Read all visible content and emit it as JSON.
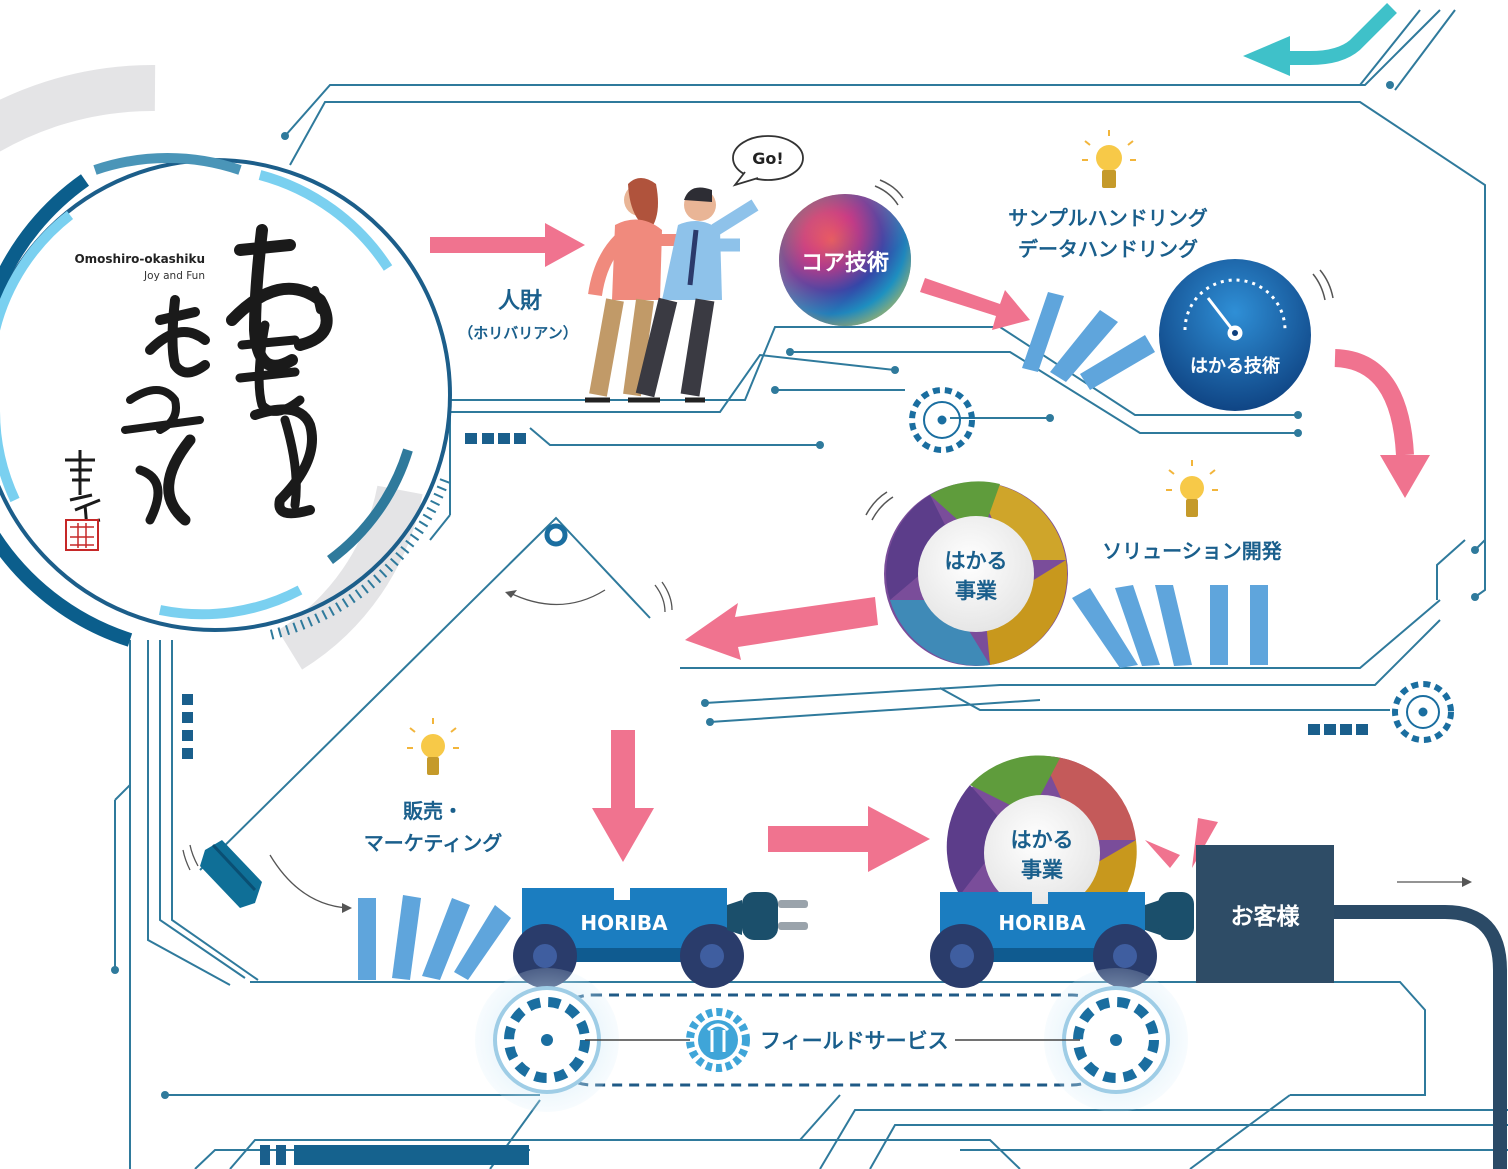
{
  "logo": {
    "brand_title": "Omoshiro-okashiku",
    "brand_subtitle": "Joy and Fun",
    "calligraphy_text": "おもしろおかしく",
    "signature_text": "真峰"
  },
  "people": {
    "speech_bubble": "Go!",
    "label": "人財",
    "sublabel": "（ホリバリアン）"
  },
  "core_tech": {
    "label": "コア技術"
  },
  "handling": {
    "line1": "サンプルハンドリング",
    "line2": "データハンドリング"
  },
  "measure_tech": {
    "label": "はかる技術"
  },
  "solution": {
    "label": "ソリューション開発"
  },
  "business_ball": {
    "line1": "はかる",
    "line2": "事業"
  },
  "sales": {
    "line1": "販売・",
    "line2": "マーケティング"
  },
  "carts": [
    {
      "label": "HORIBA"
    },
    {
      "label": "HORIBA"
    }
  ],
  "cart_ball": {
    "line1": "はかる",
    "line2": "事業"
  },
  "customer": {
    "label": "お客様"
  },
  "field_service": {
    "label": "フィールドサービス"
  },
  "colors": {
    "pink": "#f0738f",
    "circuit": "#2f7a9c",
    "dark_blue": "#1f5a86",
    "cart_blue": "#1b7dc0",
    "light_blue": "#5fa5dc",
    "teal": "#3fc1c9",
    "navy": "#2b4a66",
    "customer_box": "#2e4c66"
  },
  "icons": [
    "lightbulb-icon",
    "gauge-icon",
    "gear-icon",
    "wrench-gear-icon",
    "plug-icon",
    "arrow-icon"
  ]
}
